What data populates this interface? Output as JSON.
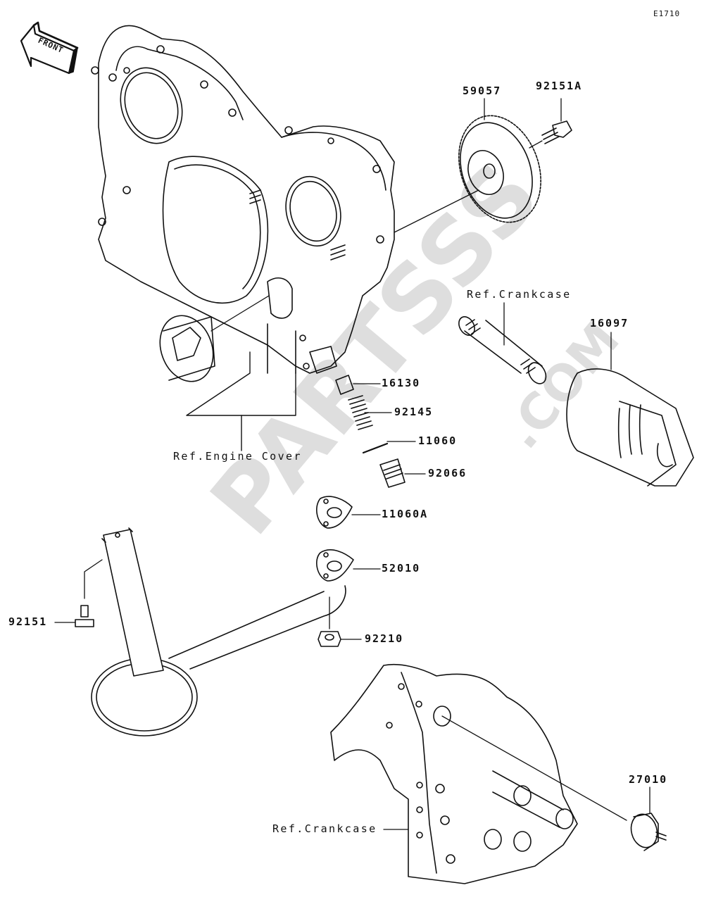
{
  "diagram": {
    "code": "E1710",
    "front_marker": "FRONT",
    "watermark": {
      "brand": "PARTSSS",
      "suffix": ".COM",
      "color": "#d9d9d9"
    },
    "parts": [
      {
        "id": "59057",
        "label": "59057",
        "description": "gear"
      },
      {
        "id": "92151A",
        "label": "92151A",
        "description": "flanged bolt"
      },
      {
        "id": "16097",
        "label": "16097",
        "description": "oil filter"
      },
      {
        "id": "16130",
        "label": "16130",
        "description": "relief valve plunger"
      },
      {
        "id": "92145",
        "label": "92145",
        "description": "spring"
      },
      {
        "id": "11060",
        "label": "11060",
        "description": "pin"
      },
      {
        "id": "92066",
        "label": "92066",
        "description": "plug"
      },
      {
        "id": "11060A",
        "label": "11060A",
        "description": "gasket"
      },
      {
        "id": "52010",
        "label": "52010",
        "description": "oil strainer pipe"
      },
      {
        "id": "92151",
        "label": "92151",
        "description": "bolt"
      },
      {
        "id": "92210",
        "label": "92210",
        "description": "nut"
      },
      {
        "id": "27010",
        "label": "27010",
        "description": "oil pressure switch"
      }
    ],
    "references": {
      "engine_cover": "Ref.Engine Cover",
      "crankcase_top": "Ref.Crankcase",
      "crankcase_bottom": "Ref.Crankcase"
    }
  }
}
